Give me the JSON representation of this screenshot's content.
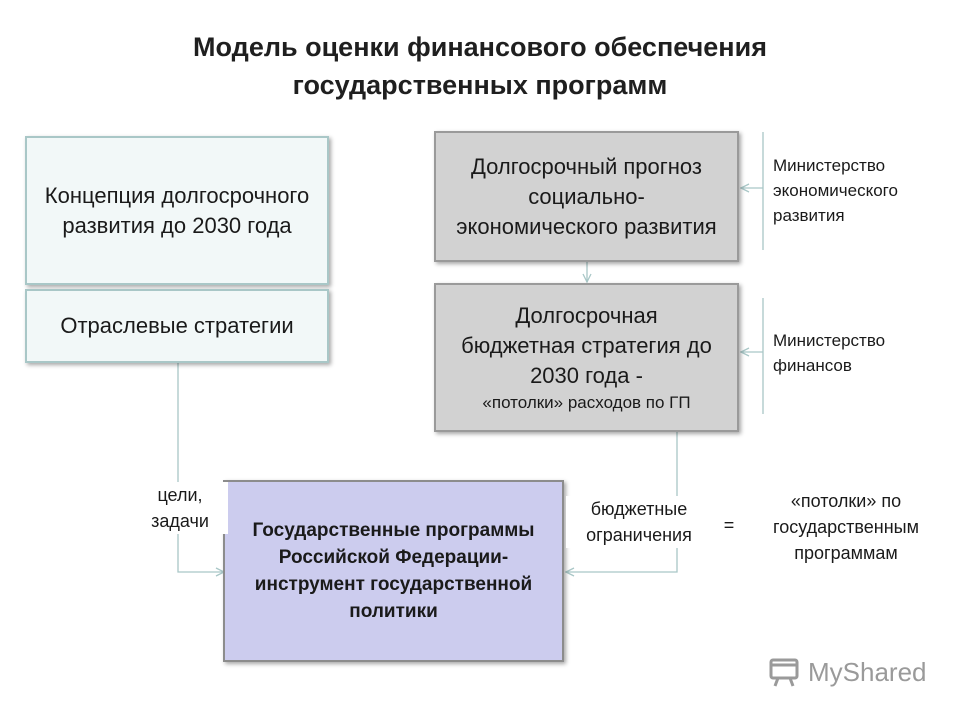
{
  "title": {
    "line1": "Модель оценки финансового обеспечения",
    "line2": "государственных программ"
  },
  "boxes": {
    "concept": "Концепция долгосрочного развития до 2030 года",
    "sector": "Отраслевые стратегии",
    "forecast": "Долгосрочный прогноз социально-экономического развития",
    "budget_main": "Долгосрочная бюджетная стратегия до 2030 года -",
    "budget_sub": "«потолки» расходов по ГП",
    "gp": "Государственные программы Российской Федерации-инструмент государственной политики"
  },
  "notes": {
    "ministry_econ": "Министерство экономического развития",
    "ministry_fin": "Министерство финансов",
    "goals": "цели, задачи",
    "budget_limits": "бюджетные ограничения",
    "equals": "=",
    "ceilings": "«потолки» по государственным программам"
  },
  "logo": {
    "text": "MyShared",
    "icon": "presentation-board-icon"
  }
}
